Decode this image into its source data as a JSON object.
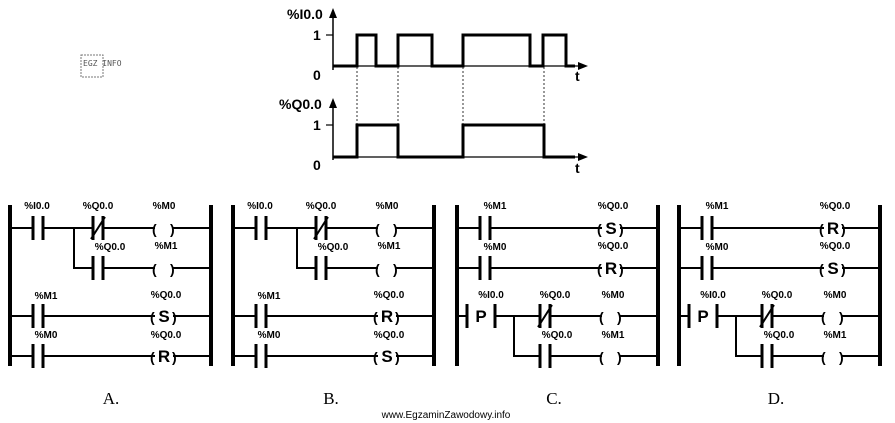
{
  "logo": {
    "text": "EGZ INFO"
  },
  "timing": {
    "input": {
      "name": "%I0.0",
      "high": "1",
      "low": "0",
      "axis": "t"
    },
    "output": {
      "name": "%Q0.0",
      "high": "1",
      "low": "0",
      "axis": "t"
    }
  },
  "diagrams": [
    {
      "label": "A.",
      "r1_a": "%I0.0",
      "r1_b": "%Q0.0",
      "r1_coil": "%M0",
      "r1_ctype": "",
      "r2_b": "%Q0.0",
      "r2_coil": "%M1",
      "r2_ctype": "",
      "r3_a": "%M1",
      "r3_coil": "%Q0.0",
      "r3_ctype": "S",
      "r4_a": "%M0",
      "r4_coil": "%Q0.0",
      "r4_ctype": "R"
    },
    {
      "label": "B.",
      "r1_a": "%I0.0",
      "r1_b": "%Q0.0",
      "r1_coil": "%M0",
      "r1_ctype": "",
      "r2_b": "%Q0.0",
      "r2_coil": "%M1",
      "r2_ctype": "",
      "r3_a": "%M1",
      "r3_coil": "%Q0.0",
      "r3_ctype": "R",
      "r4_a": "%M0",
      "r4_coil": "%Q0.0",
      "r4_ctype": "S"
    },
    {
      "label": "C.",
      "r1_a": "%M1",
      "r1_coil": "%Q0.0",
      "r1_ctype": "S",
      "r2_a": "%M0",
      "r2_coil": "%Q0.0",
      "r2_ctype": "R",
      "r3_a": "%I0.0",
      "r3_p": "P",
      "r3_b": "%Q0.0",
      "r3_coil": "%M0",
      "r3_ctype": "",
      "r4_b": "%Q0.0",
      "r4_coil": "%M1",
      "r4_ctype": ""
    },
    {
      "label": "D.",
      "r1_a": "%M1",
      "r1_coil": "%Q0.0",
      "r1_ctype": "R",
      "r2_a": "%M0",
      "r2_coil": "%Q0.0",
      "r2_ctype": "S",
      "r3_a": "%I0.0",
      "r3_p": "P",
      "r3_b": "%Q0.0",
      "r3_coil": "%M0",
      "r3_ctype": "",
      "r4_b": "%Q0.0",
      "r4_coil": "%M1",
      "r4_ctype": ""
    }
  ],
  "watermark": "www.EgzaminZawodowy.info"
}
